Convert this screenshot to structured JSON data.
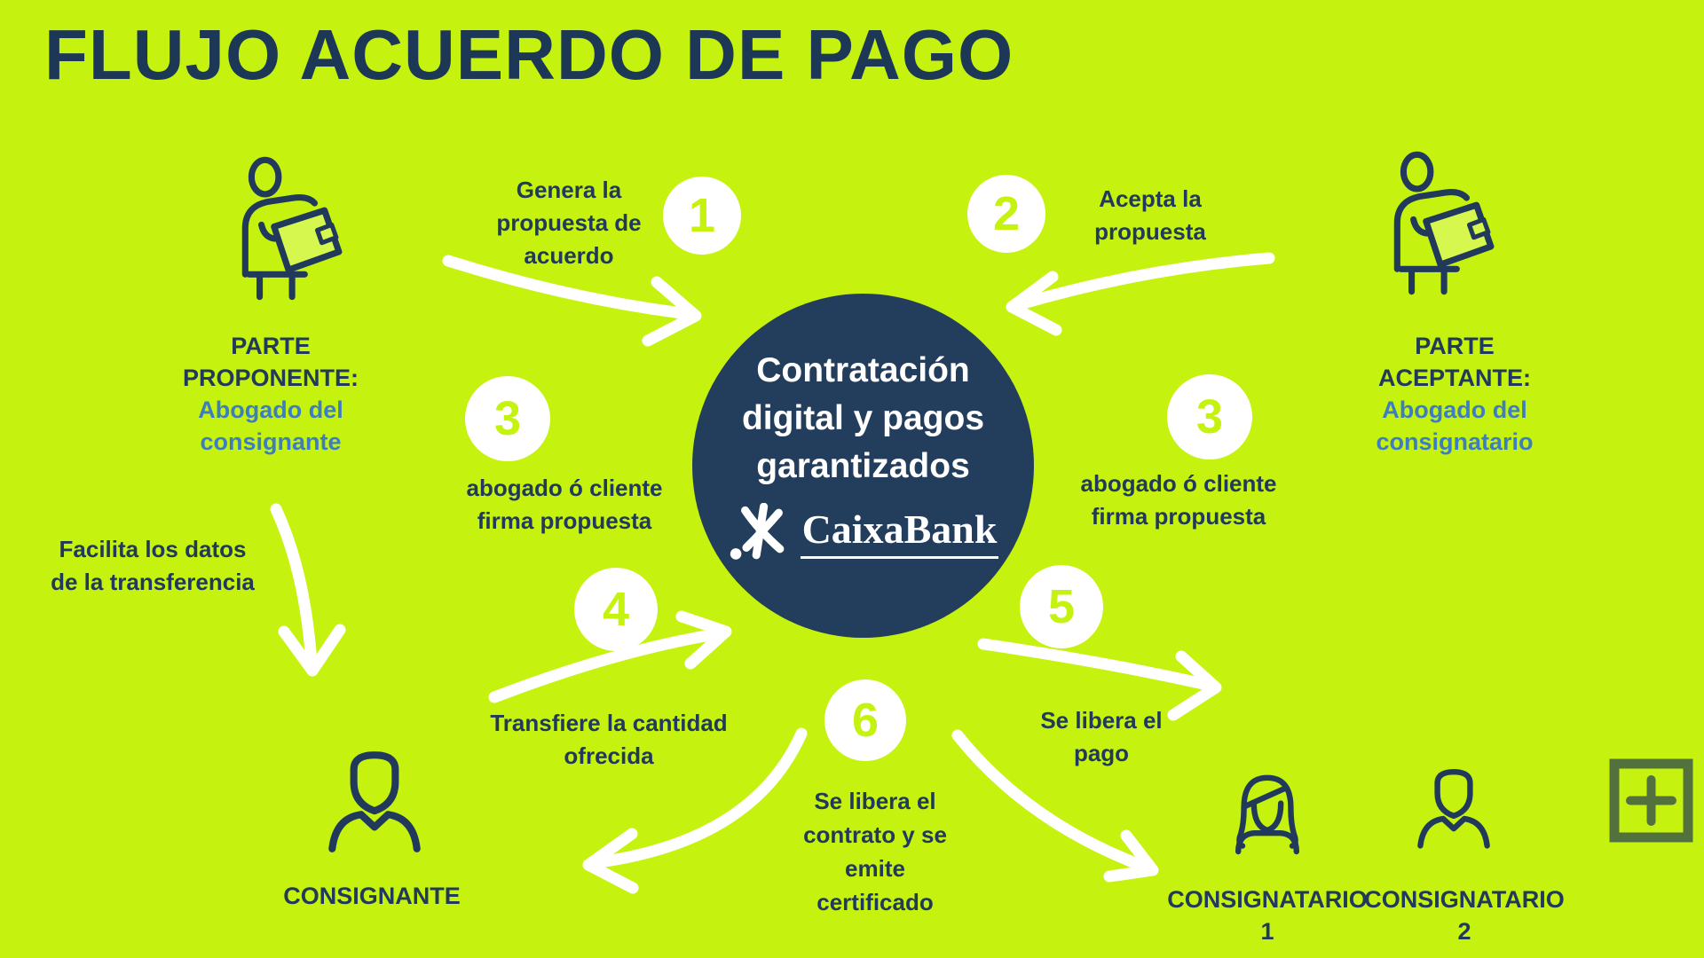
{
  "title": "FLUJO ACUERDO DE PAGO",
  "colors": {
    "background": "#c6f20f",
    "navy": "#21395b",
    "circle_navy": "#233d5c",
    "link_blue": "#3d7ec2",
    "white": "#ffffff",
    "plus_green": "#53713c"
  },
  "center": {
    "heading": "Contratación\ndigital y pagos\ngarantizados",
    "brand": "CaixaBank"
  },
  "steps": [
    {
      "number": "1",
      "label": "Genera la\npropuesta de\nacuerdo"
    },
    {
      "number": "2",
      "label": "Acepta la\npropuesta"
    },
    {
      "number": "3",
      "label": "abogado ó cliente\nfirma propuesta"
    },
    {
      "number": "3",
      "label": "abogado ó cliente\nfirma propuesta"
    },
    {
      "number": "4",
      "label": "Transfiere la cantidad\nofrecida"
    },
    {
      "number": "5",
      "label": "Se libera el\npago"
    },
    {
      "number": "6",
      "label": "Se libera el\ncontrato y se\nemite\ncertificado"
    }
  ],
  "roles": {
    "proponente": {
      "title": "PARTE\nPROPONENTE:",
      "subtitle": "Abogado del\nconsignante"
    },
    "aceptante": {
      "title": "PARTE\nACEPTANTE:",
      "subtitle": "Abogado del\nconsignatario"
    }
  },
  "note": "Facilita los datos\nde la transferencia",
  "parties": [
    {
      "label": "CONSIGNANTE",
      "number": ""
    },
    {
      "label": "CONSIGNATARIO",
      "number": "1"
    },
    {
      "label": "CONSIGNATARIO",
      "number": "2"
    }
  ],
  "icons": {
    "lawyer_left": "person-with-tablet-icon",
    "lawyer_right": "person-with-tablet-icon",
    "consignante": "male-bust-icon",
    "consignatario1": "female-bust-icon",
    "consignatario2": "male-bust-icon",
    "brand_star": "caixabank-star-icon",
    "add": "plus-square-icon"
  }
}
